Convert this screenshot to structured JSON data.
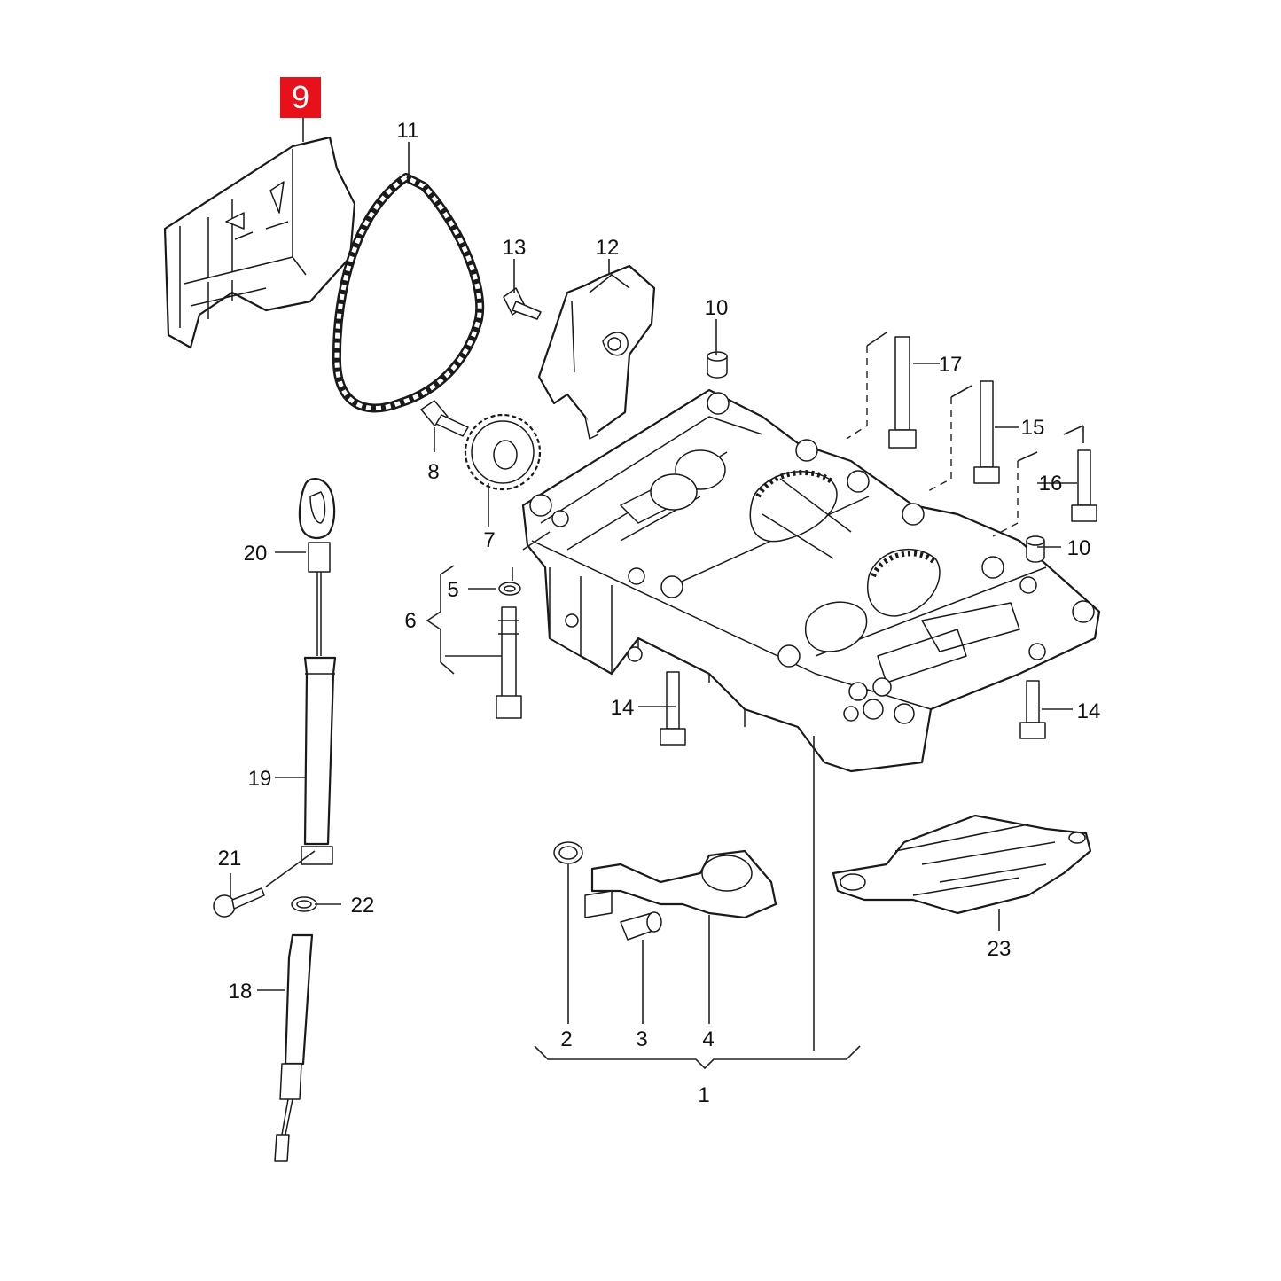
{
  "diagram": {
    "highlight_color": "#e8101a",
    "line_color": "#1a1a1a",
    "background_color": "#ffffff",
    "highlighted_part": "9",
    "parts": [
      {
        "id": "p1",
        "label": "1"
      },
      {
        "id": "p2",
        "label": "2"
      },
      {
        "id": "p3",
        "label": "3"
      },
      {
        "id": "p4",
        "label": "4"
      },
      {
        "id": "p5",
        "label": "5"
      },
      {
        "id": "p6",
        "label": "6"
      },
      {
        "id": "p7",
        "label": "7"
      },
      {
        "id": "p8",
        "label": "8"
      },
      {
        "id": "p9",
        "label": "9"
      },
      {
        "id": "p10a",
        "label": "10"
      },
      {
        "id": "p10b",
        "label": "10"
      },
      {
        "id": "p11",
        "label": "11"
      },
      {
        "id": "p12",
        "label": "12"
      },
      {
        "id": "p13",
        "label": "13"
      },
      {
        "id": "p14a",
        "label": "14"
      },
      {
        "id": "p14b",
        "label": "14"
      },
      {
        "id": "p15",
        "label": "15"
      },
      {
        "id": "p16",
        "label": "16"
      },
      {
        "id": "p17",
        "label": "17"
      },
      {
        "id": "p18",
        "label": "18"
      },
      {
        "id": "p19",
        "label": "19"
      },
      {
        "id": "p20",
        "label": "20"
      },
      {
        "id": "p21",
        "label": "21"
      },
      {
        "id": "p22",
        "label": "22"
      },
      {
        "id": "p23",
        "label": "23"
      }
    ]
  }
}
